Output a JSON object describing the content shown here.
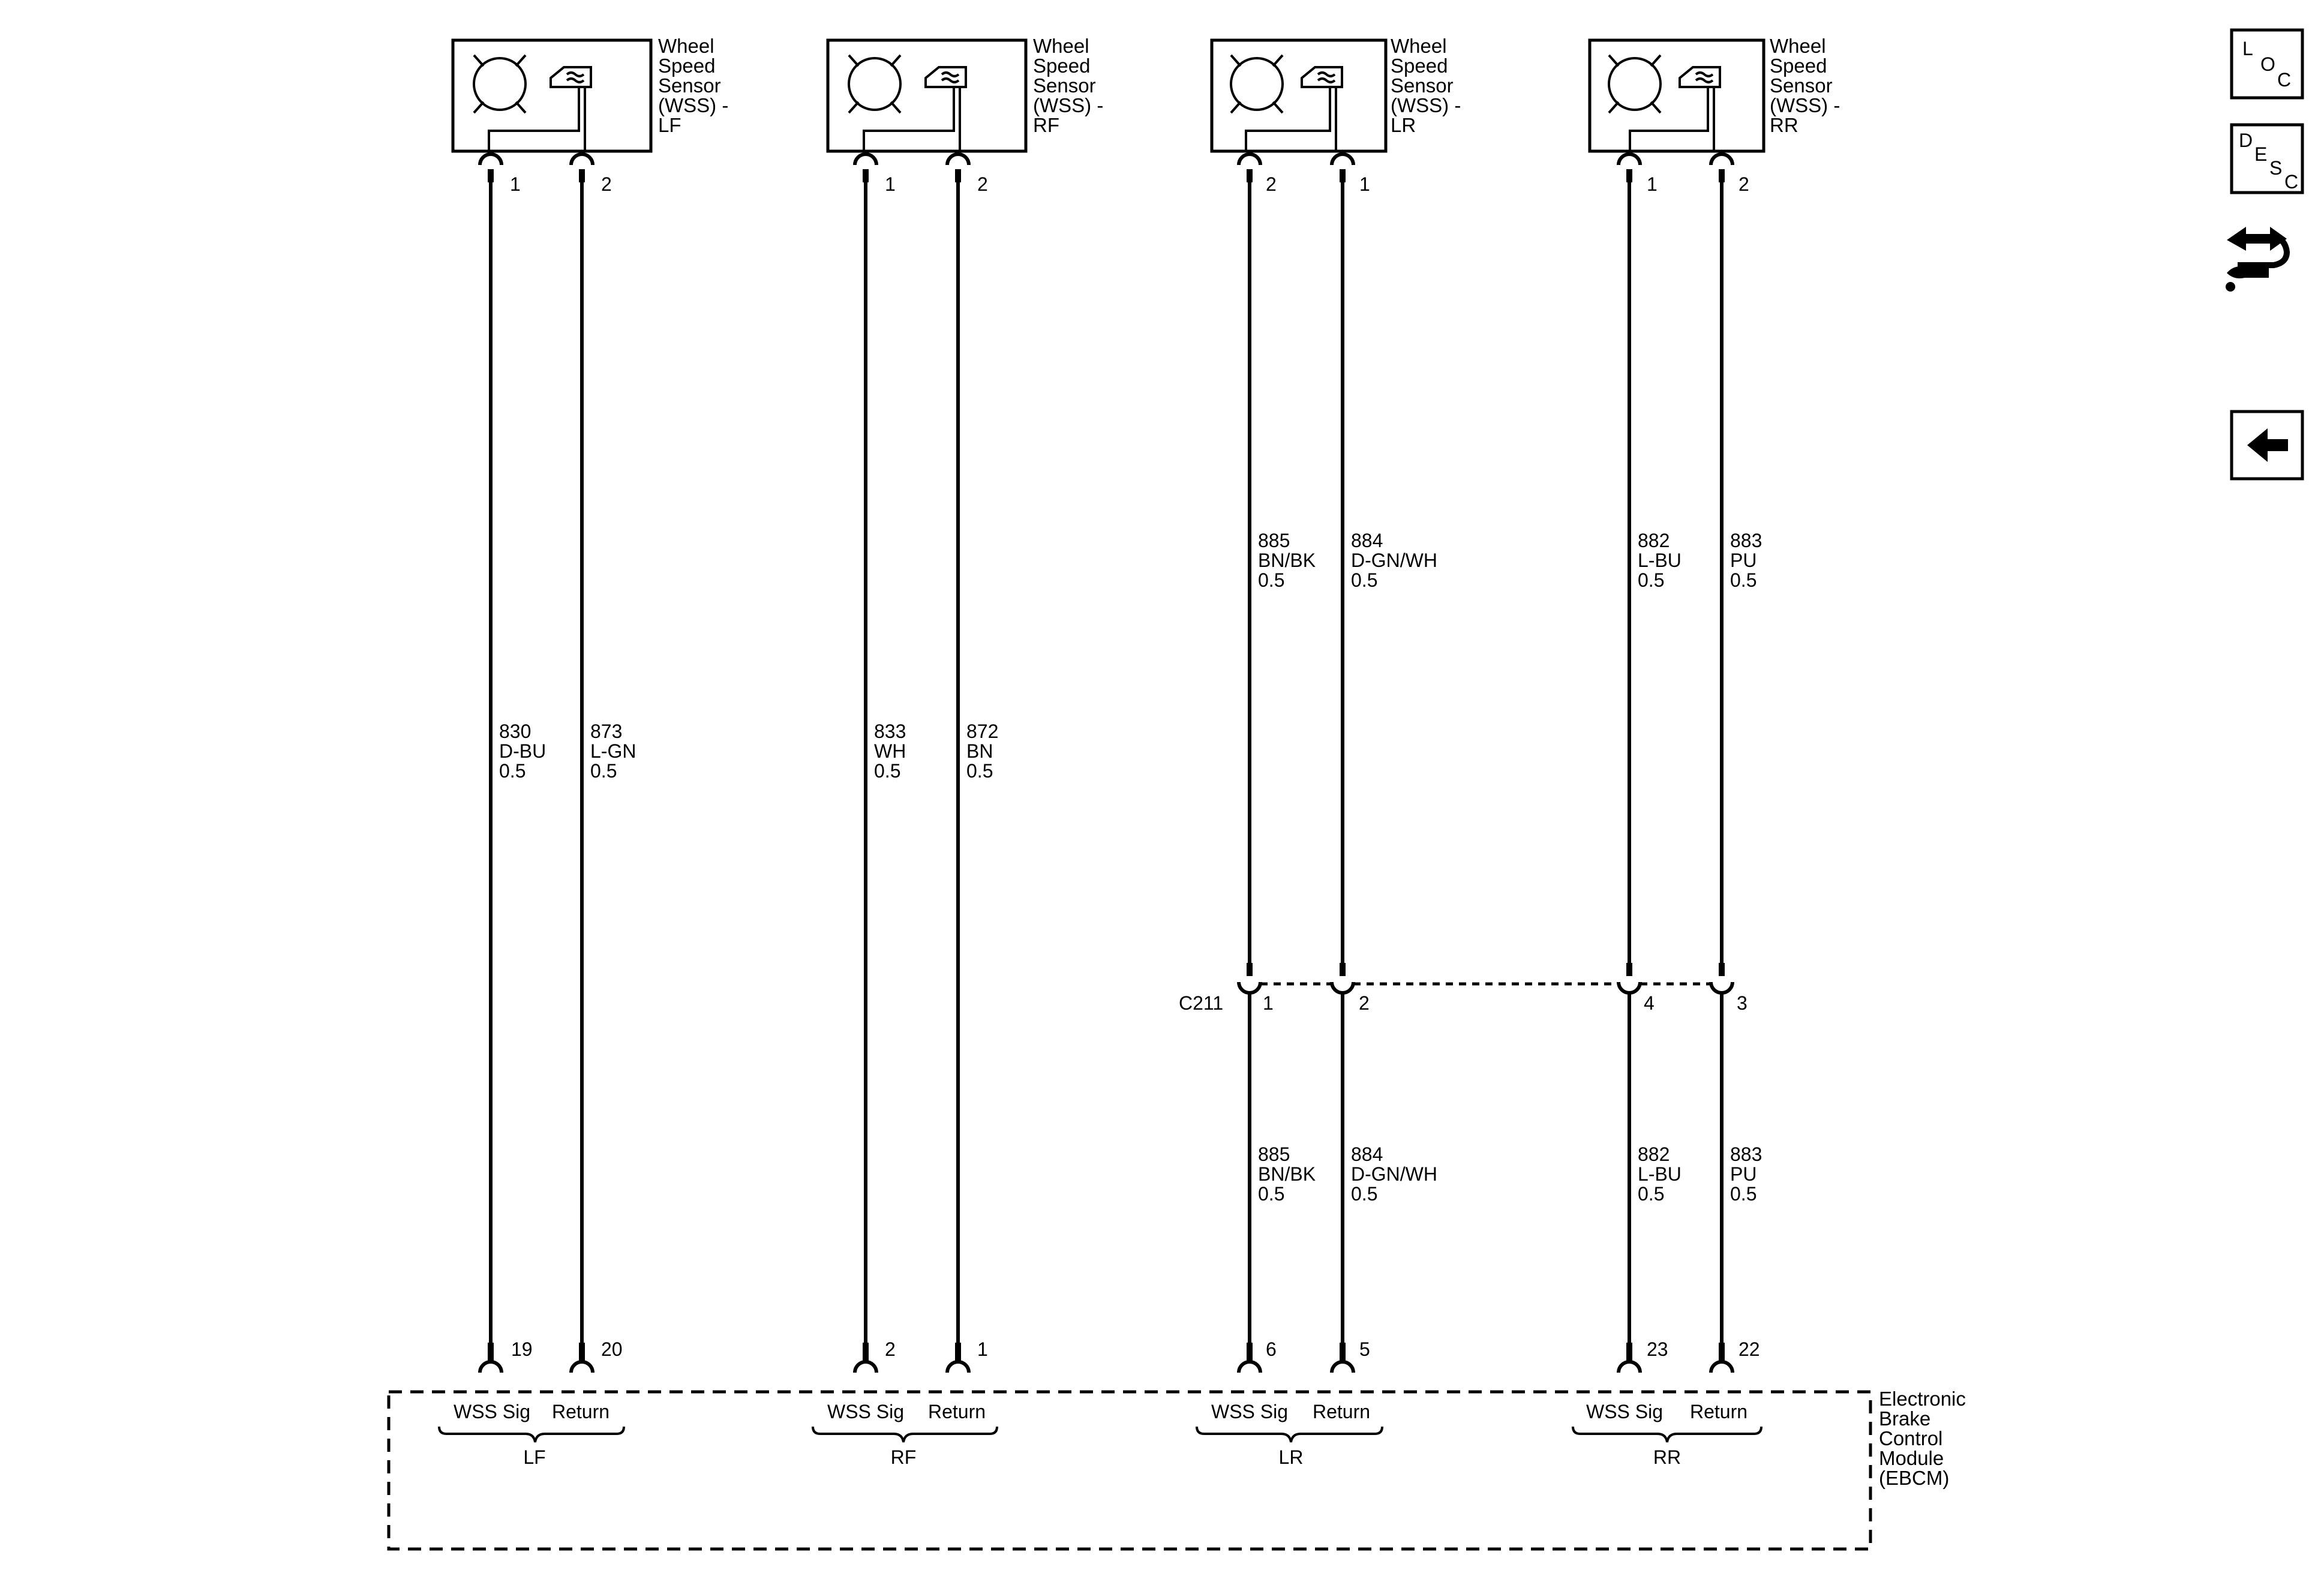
{
  "sensors": [
    {
      "title": [
        "Wheel",
        "Speed",
        "Sensor",
        "(WSS) -",
        "LF"
      ],
      "pin_left": "1",
      "pin_right": "2"
    },
    {
      "title": [
        "Wheel",
        "Speed",
        "Sensor",
        "(WSS) -",
        "RF"
      ],
      "pin_left": "1",
      "pin_right": "2"
    },
    {
      "title": [
        "Wheel",
        "Speed",
        "Sensor",
        "(WSS) -",
        "LR"
      ],
      "pin_left": "2",
      "pin_right": "1"
    },
    {
      "title": [
        "Wheel",
        "Speed",
        "Sensor",
        "(WSS) -",
        "RR"
      ],
      "pin_left": "1",
      "pin_right": "2"
    }
  ],
  "wires_upper": [
    {
      "circuit": "830",
      "color": "D-BU",
      "size": "0.5"
    },
    {
      "circuit": "873",
      "color": "L-GN",
      "size": "0.5"
    },
    {
      "circuit": "833",
      "color": "WH",
      "size": "0.5"
    },
    {
      "circuit": "872",
      "color": "BN",
      "size": "0.5"
    },
    {
      "circuit": "885",
      "color": "BN/BK",
      "size": "0.5"
    },
    {
      "circuit": "884",
      "color": "D-GN/WH",
      "size": "0.5"
    },
    {
      "circuit": "882",
      "color": "L-BU",
      "size": "0.5"
    },
    {
      "circuit": "883",
      "color": "PU",
      "size": "0.5"
    }
  ],
  "connector": {
    "name": "C211",
    "pins": [
      "1",
      "2",
      "4",
      "3"
    ]
  },
  "wires_lower": [
    {
      "circuit": "885",
      "color": "BN/BK",
      "size": "0.5"
    },
    {
      "circuit": "884",
      "color": "D-GN/WH",
      "size": "0.5"
    },
    {
      "circuit": "882",
      "color": "L-BU",
      "size": "0.5"
    },
    {
      "circuit": "883",
      "color": "PU",
      "size": "0.5"
    }
  ],
  "ebcm_pins": [
    "19",
    "20",
    "2",
    "1",
    "6",
    "5",
    "23",
    "22"
  ],
  "ebcm_groups": [
    {
      "signal_label": "WSS Sig",
      "return_label": "Return",
      "name": "LF"
    },
    {
      "signal_label": "WSS Sig",
      "return_label": "Return",
      "name": "RF"
    },
    {
      "signal_label": "WSS Sig",
      "return_label": "Return",
      "name": "LR"
    },
    {
      "signal_label": "WSS Sig",
      "return_label": "Return",
      "name": "RR"
    }
  ],
  "ebcm_title": [
    "Electronic",
    "Brake",
    "Control",
    "Module",
    "(EBCM)"
  ],
  "sidebar": {
    "loc_letters": [
      "L",
      "O",
      "C"
    ],
    "desc_letters": [
      "D",
      "E",
      "S",
      "C"
    ],
    "wrench_icon": "connector-repair-icon",
    "back_icon": "back-arrow-icon"
  }
}
